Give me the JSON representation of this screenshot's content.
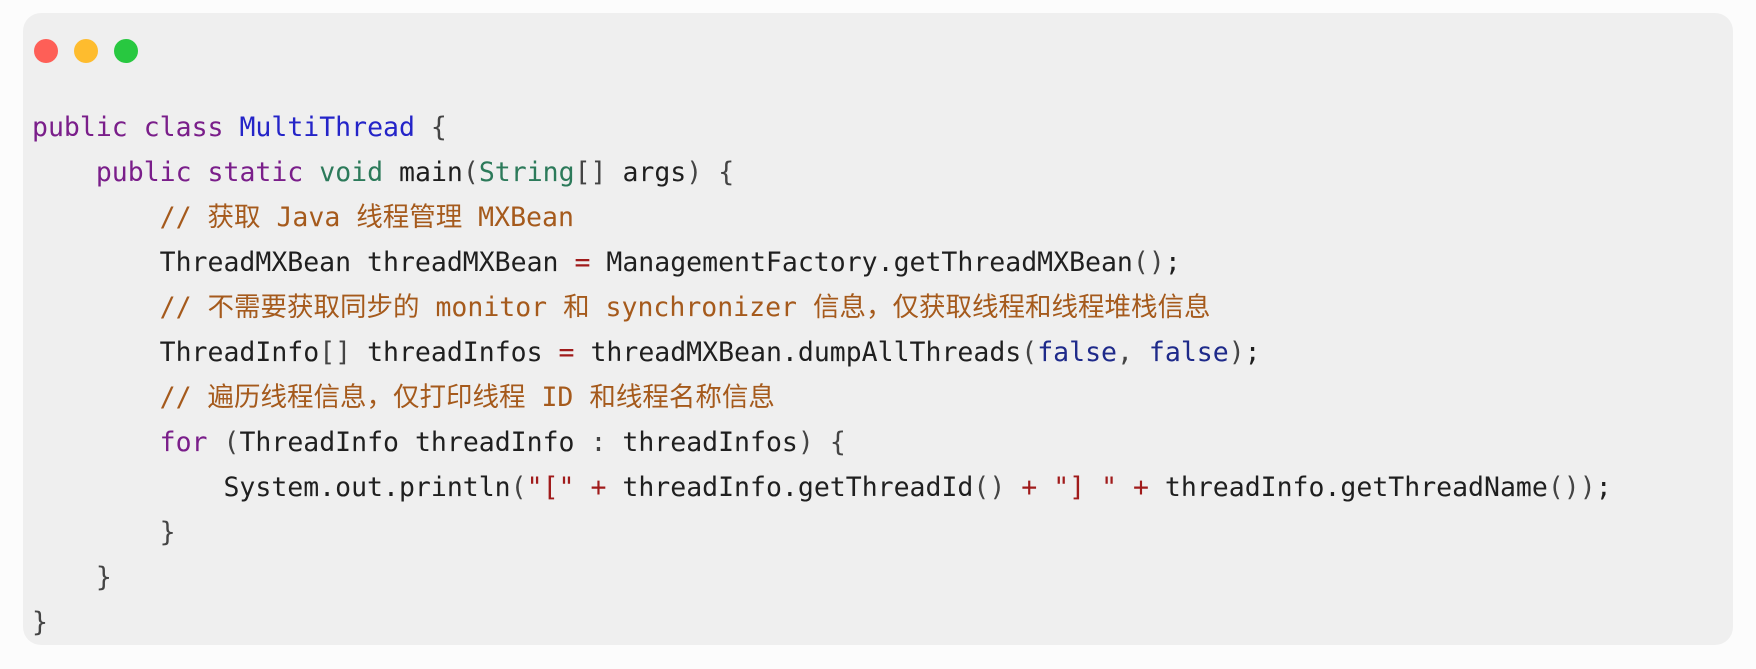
{
  "window": {
    "controls": {
      "close_color": "#fe5f57",
      "minimize_color": "#febc2e",
      "maximize_color": "#28c840"
    }
  },
  "code": {
    "language": "java",
    "lines": [
      {
        "indent": "",
        "tokens": [
          {
            "t": "public",
            "k": "kw"
          },
          {
            "t": " ",
            "k": ""
          },
          {
            "t": "class",
            "k": "kw"
          },
          {
            "t": " ",
            "k": ""
          },
          {
            "t": "MultiThread",
            "k": "cls"
          },
          {
            "t": " ",
            "k": ""
          },
          {
            "t": "{",
            "k": "punc"
          }
        ]
      },
      {
        "indent": "    ",
        "tokens": [
          {
            "t": "public",
            "k": "kw"
          },
          {
            "t": " ",
            "k": ""
          },
          {
            "t": "static",
            "k": "kw"
          },
          {
            "t": " ",
            "k": ""
          },
          {
            "t": "void",
            "k": "type"
          },
          {
            "t": " ",
            "k": ""
          },
          {
            "t": "main",
            "k": ""
          },
          {
            "t": "(",
            "k": "punc"
          },
          {
            "t": "String",
            "k": "type"
          },
          {
            "t": "[]",
            "k": "punc"
          },
          {
            "t": " args",
            "k": ""
          },
          {
            "t": ")",
            "k": "punc"
          },
          {
            "t": " ",
            "k": ""
          },
          {
            "t": "{",
            "k": "punc"
          }
        ]
      },
      {
        "indent": "        ",
        "tokens": [
          {
            "t": "// 获取 Java 线程管理 MXBean",
            "k": "cm"
          }
        ]
      },
      {
        "indent": "        ",
        "tokens": [
          {
            "t": "ThreadMXBean threadMXBean ",
            "k": ""
          },
          {
            "t": "=",
            "k": "str"
          },
          {
            "t": " ManagementFactory.getThreadMXBean",
            "k": ""
          },
          {
            "t": "()",
            "k": "punc"
          },
          {
            "t": ";",
            "k": ""
          }
        ]
      },
      {
        "indent": "        ",
        "tokens": [
          {
            "t": "// 不需要获取同步的 monitor 和 synchronizer 信息，仅获取线程和线程堆栈信息",
            "k": "cm"
          }
        ]
      },
      {
        "indent": "        ",
        "tokens": [
          {
            "t": "ThreadInfo",
            "k": ""
          },
          {
            "t": "[]",
            "k": "punc"
          },
          {
            "t": " threadInfos ",
            "k": ""
          },
          {
            "t": "=",
            "k": "str"
          },
          {
            "t": " threadMXBean.dumpAllThreads",
            "k": ""
          },
          {
            "t": "(",
            "k": "punc"
          },
          {
            "t": "false",
            "k": "bool"
          },
          {
            "t": ", ",
            "k": "punc"
          },
          {
            "t": "false",
            "k": "bool"
          },
          {
            "t": ")",
            "k": "punc"
          },
          {
            "t": ";",
            "k": ""
          }
        ]
      },
      {
        "indent": "        ",
        "tokens": [
          {
            "t": "// 遍历线程信息，仅打印线程 ID 和线程名称信息",
            "k": "cm"
          }
        ]
      },
      {
        "indent": "        ",
        "tokens": [
          {
            "t": "for",
            "k": "kw"
          },
          {
            "t": " ",
            "k": ""
          },
          {
            "t": "(",
            "k": "punc"
          },
          {
            "t": "ThreadInfo threadInfo ",
            "k": ""
          },
          {
            "t": ":",
            "k": "punc"
          },
          {
            "t": " threadInfos",
            "k": ""
          },
          {
            "t": ")",
            "k": "punc"
          },
          {
            "t": " ",
            "k": ""
          },
          {
            "t": "{",
            "k": "punc"
          }
        ]
      },
      {
        "indent": "            ",
        "tokens": [
          {
            "t": "System.out.println",
            "k": ""
          },
          {
            "t": "(",
            "k": "punc"
          },
          {
            "t": "\"[\"",
            "k": "str"
          },
          {
            "t": " ",
            "k": ""
          },
          {
            "t": "+",
            "k": "str"
          },
          {
            "t": " threadInfo.getThreadId",
            "k": ""
          },
          {
            "t": "()",
            "k": "punc"
          },
          {
            "t": " ",
            "k": ""
          },
          {
            "t": "+",
            "k": "str"
          },
          {
            "t": " ",
            "k": ""
          },
          {
            "t": "\"] \"",
            "k": "str"
          },
          {
            "t": " ",
            "k": ""
          },
          {
            "t": "+",
            "k": "str"
          },
          {
            "t": " threadInfo.getThreadName",
            "k": ""
          },
          {
            "t": "())",
            "k": "punc"
          },
          {
            "t": ";",
            "k": ""
          }
        ]
      },
      {
        "indent": "        ",
        "tokens": [
          {
            "t": "}",
            "k": "punc"
          }
        ]
      },
      {
        "indent": "    ",
        "tokens": [
          {
            "t": "}",
            "k": "punc"
          }
        ]
      },
      {
        "indent": "",
        "tokens": [
          {
            "t": "}",
            "k": "punc"
          }
        ]
      }
    ]
  }
}
